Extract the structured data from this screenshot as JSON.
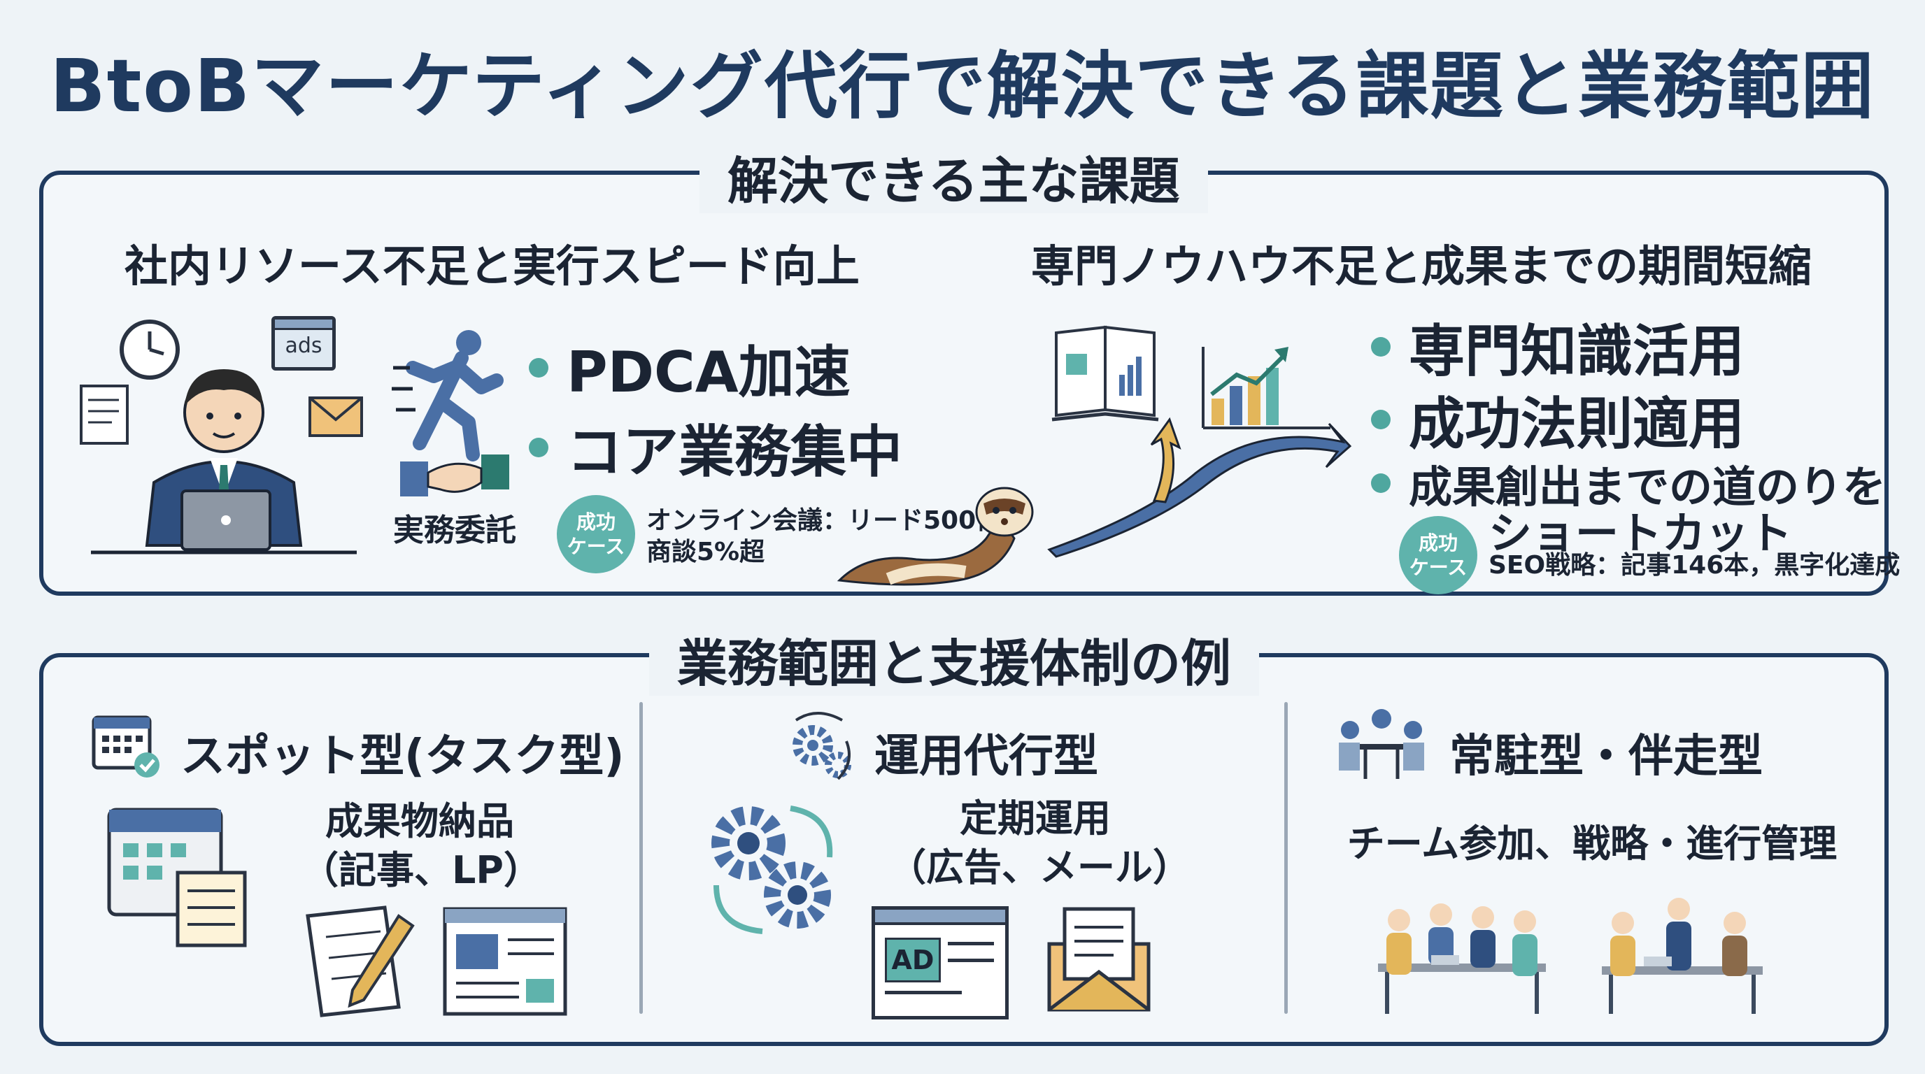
{
  "title": "BtoBマーケティング代行で解決できる課題と業務範囲",
  "challenges": {
    "heading": "解決できる主な課題",
    "left": {
      "subtitle": "社内リソース不足と実行スピード向上",
      "ads_label": "ads",
      "bullets": [
        "PDCA加速",
        "コア業務集中"
      ],
      "delegation_label": "実務委託",
      "case_badge": [
        "成功",
        "ケース"
      ],
      "case_text": [
        "オンライン会議：リード500件",
        "商談5%超"
      ]
    },
    "right": {
      "subtitle": "専門ノウハウ不足と成果までの期間短縮",
      "bullets": [
        "専門知識活用",
        "成功法則適用",
        "成果創出までの道のりを",
        "ショートカット"
      ],
      "case_badge": [
        "成功",
        "ケース"
      ],
      "case_text": "SEO戦略：記事146本，黒字化達成"
    }
  },
  "scope": {
    "heading": "業務範囲と支援体制の例",
    "columns": [
      {
        "title": "スポット型(タスク型)",
        "body": [
          "成果物納品",
          "（記事、LP）"
        ],
        "icon": "calendar-check-icon"
      },
      {
        "title": "運用代行型",
        "body": [
          "定期運用",
          "（広告、メール）"
        ],
        "icon": "gears-cycle-icon",
        "ad_label": "AD"
      },
      {
        "title": "常駐型・伴走型",
        "body": [
          "チーム参加、戦略・進行管理"
        ],
        "icon": "team-meeting-icon"
      }
    ]
  },
  "colors": {
    "navy": "#1f3a5f",
    "teal": "#5fb3ac",
    "blue": "#4a6fa5",
    "gold": "#e3b65a"
  }
}
